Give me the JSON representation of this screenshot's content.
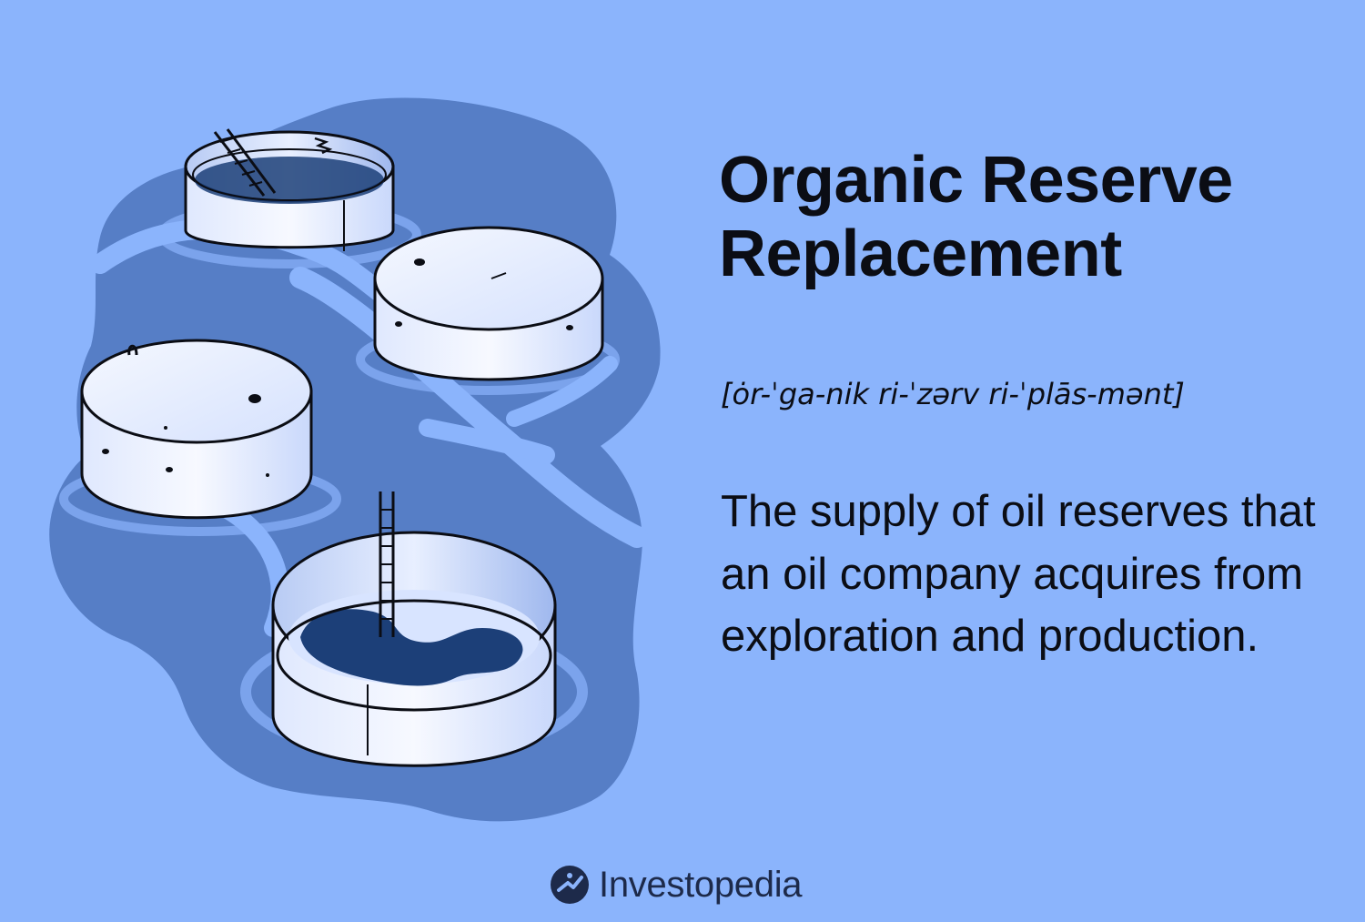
{
  "title_lines": [
    "Organic Reserve",
    "Replacement"
  ],
  "pronunciation": "[ȯr-ˈga-nik ri-ˈzərv ri-ˈplās-mənt]",
  "definition": "The supply of oil reserves that an oil company acquires from exploration and production.",
  "brand": {
    "name": "Investopedia",
    "logo_icon": "investopedia-logo-icon"
  },
  "colors": {
    "background": "#8bb4fc",
    "shadow": "#567ec6",
    "tank_fill": "#eef2fe",
    "ink": "#0b0d14",
    "oil": "#1c3f78"
  }
}
